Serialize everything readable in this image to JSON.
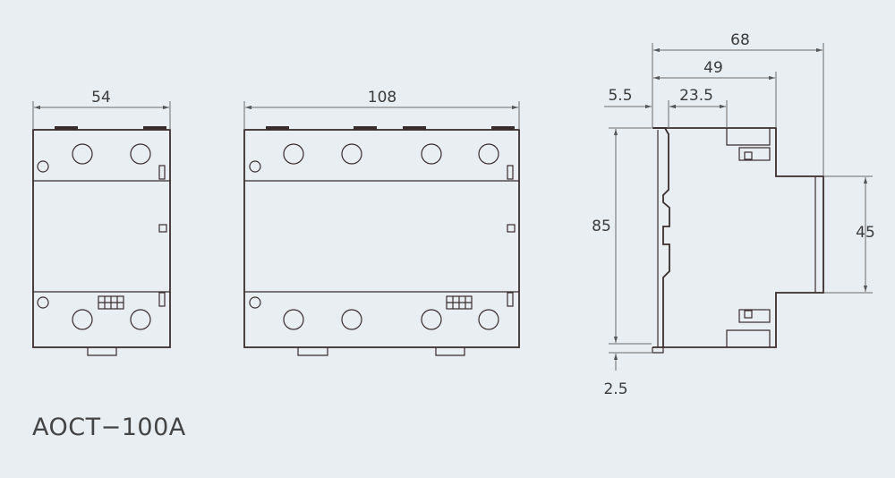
{
  "model_label": "AOCT−100A",
  "colors": {
    "background": "#e9eef3",
    "line": "#3a2c2c",
    "dimension": "#6a6a6a"
  },
  "dimensions": {
    "front_2p_width": "54",
    "front_4p_width": "108",
    "side_total_depth": "68",
    "side_depth_49": "49",
    "side_depth_23_5": "23.5",
    "side_offset_5_5": "5.5",
    "side_height": "85",
    "side_face_height": "45",
    "side_rail_offset": "2.5"
  }
}
